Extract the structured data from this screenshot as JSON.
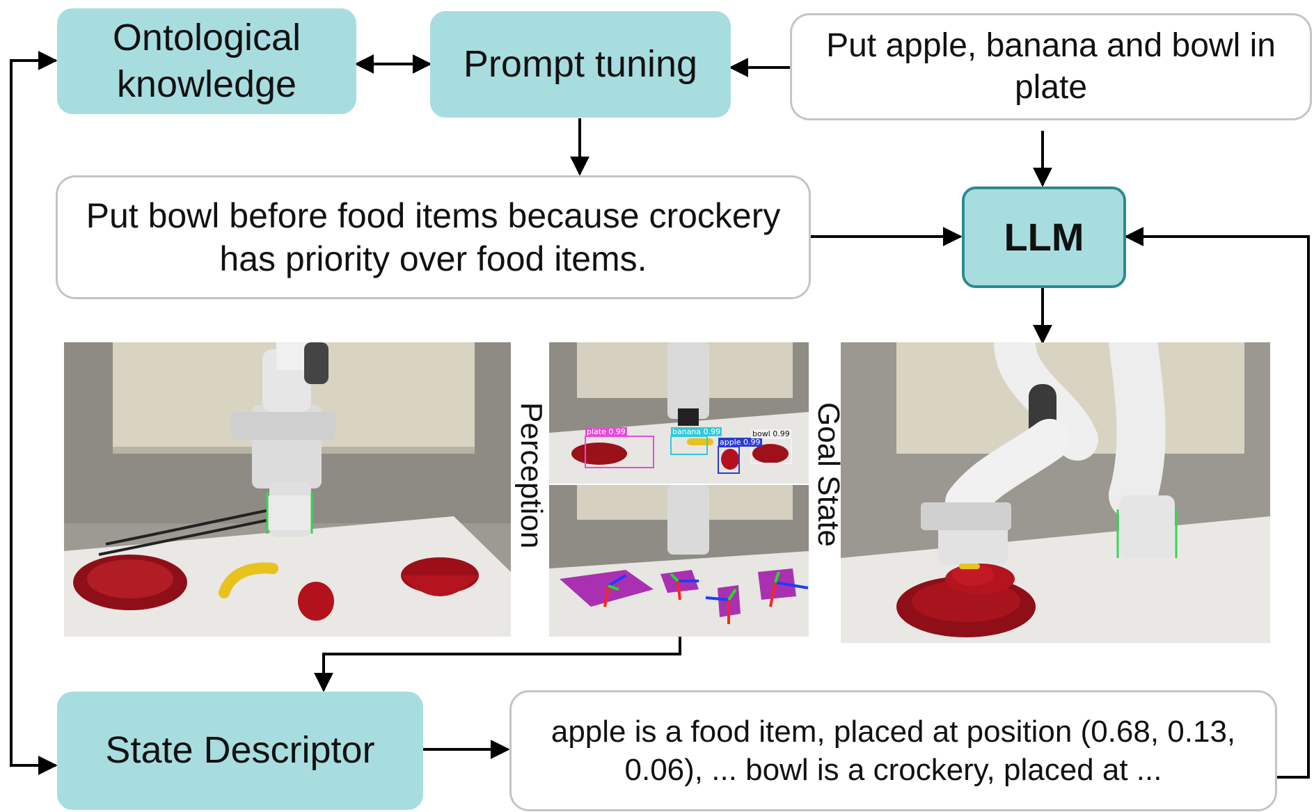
{
  "boxes": {
    "ontological": "Ontological knowledge",
    "prompt_tuning": "Prompt tuning",
    "instruction": "Put apple, banana and bowl in plate",
    "rule": "Put bowl before food items because crockery has priority over food items.",
    "llm": "LLM",
    "state_descriptor": "State Descriptor",
    "state_text": "apple is a food item, placed at position (0.68, 0.13, 0.06), ... bowl is a crockery, placed at ..."
  },
  "labels": {
    "perception": "Perception",
    "goal_state": "Goal State"
  },
  "detections": [
    {
      "label": "plate 0.99",
      "color": "#e64bd6"
    },
    {
      "label": "banana 0.99",
      "color": "#33c9d9"
    },
    {
      "label": "apple 0.99",
      "color": "#2b3bd6"
    },
    {
      "label": "bowl 0.99",
      "color": "#f2f2f2"
    }
  ],
  "colors": {
    "teal_box": "#a8dde0",
    "llm_border": "#2e8a8f",
    "arrow": "#000000"
  }
}
